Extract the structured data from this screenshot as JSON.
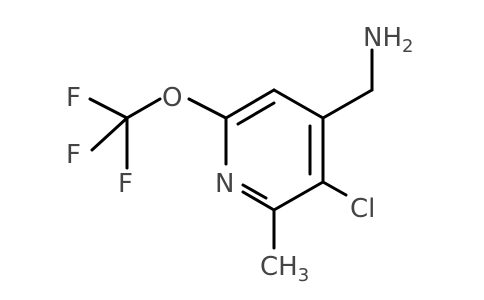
{
  "structure": {
    "atoms": {
      "amine_n": "NH",
      "amine_n_sub": "2",
      "oxygen": "O",
      "fluorine_top": "F",
      "fluorine_middle": "F",
      "fluorine_bottom": "F",
      "ring_nitrogen": "N",
      "chlorine": "Cl",
      "methyl_c": "CH",
      "methyl_sub": "3"
    },
    "colors": {
      "bond": "#000000",
      "atom_label": "#444444",
      "background": "#ffffff"
    }
  }
}
